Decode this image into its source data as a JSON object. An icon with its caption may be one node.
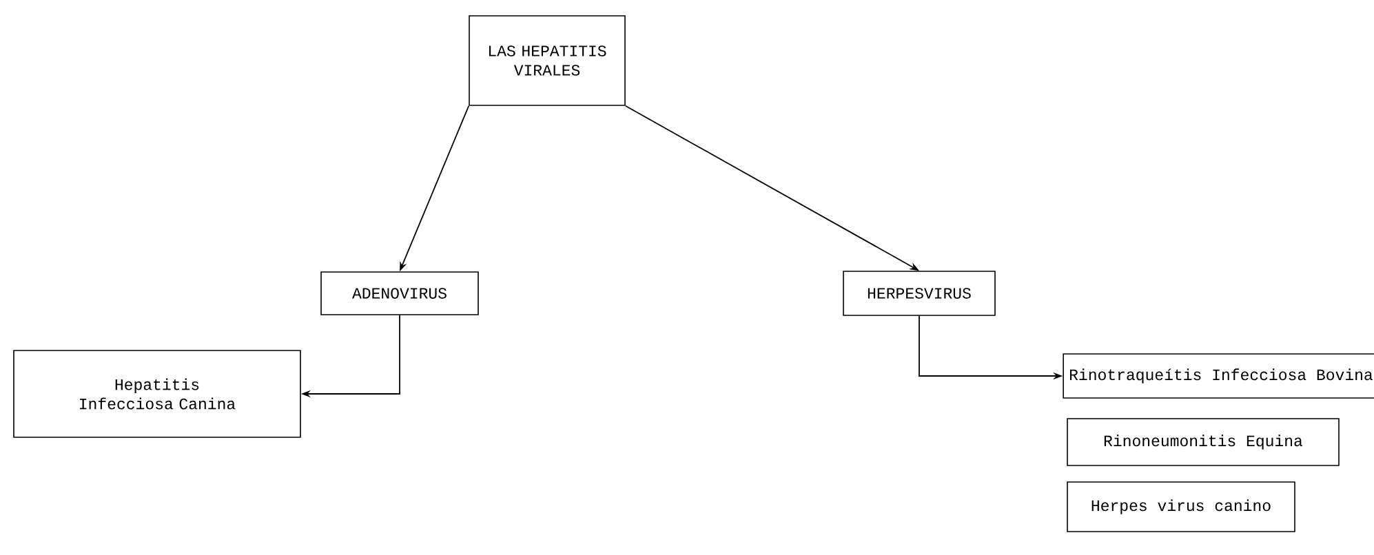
{
  "diagram": {
    "nodes": [
      {
        "text": [
          "LAS HEPATITIS VIRALES"
        ]
      },
      {
        "text": [
          "ADENOVIRUS"
        ]
      },
      {
        "text": [
          "HERPESVIRUS"
        ]
      },
      {
        "text": [
          "Hepatitis Infecciosa Canina"
        ]
      },
      {
        "text": [
          "Rinotraqueítis Infecciosa Bovina"
        ]
      },
      {
        "text": [
          "Rinoneumonitis Equina"
        ]
      },
      {
        "text": [
          "Herpes virus canino"
        ]
      }
    ],
    "edges": [
      {
        "from": 0,
        "to": 1,
        "arrow": "to"
      },
      {
        "from": 0,
        "to": 2,
        "arrow": "to"
      },
      {
        "from": 1,
        "to": 3,
        "arrow": "to"
      },
      {
        "from": 2,
        "to": 4,
        "arrow": "to"
      }
    ]
  }
}
